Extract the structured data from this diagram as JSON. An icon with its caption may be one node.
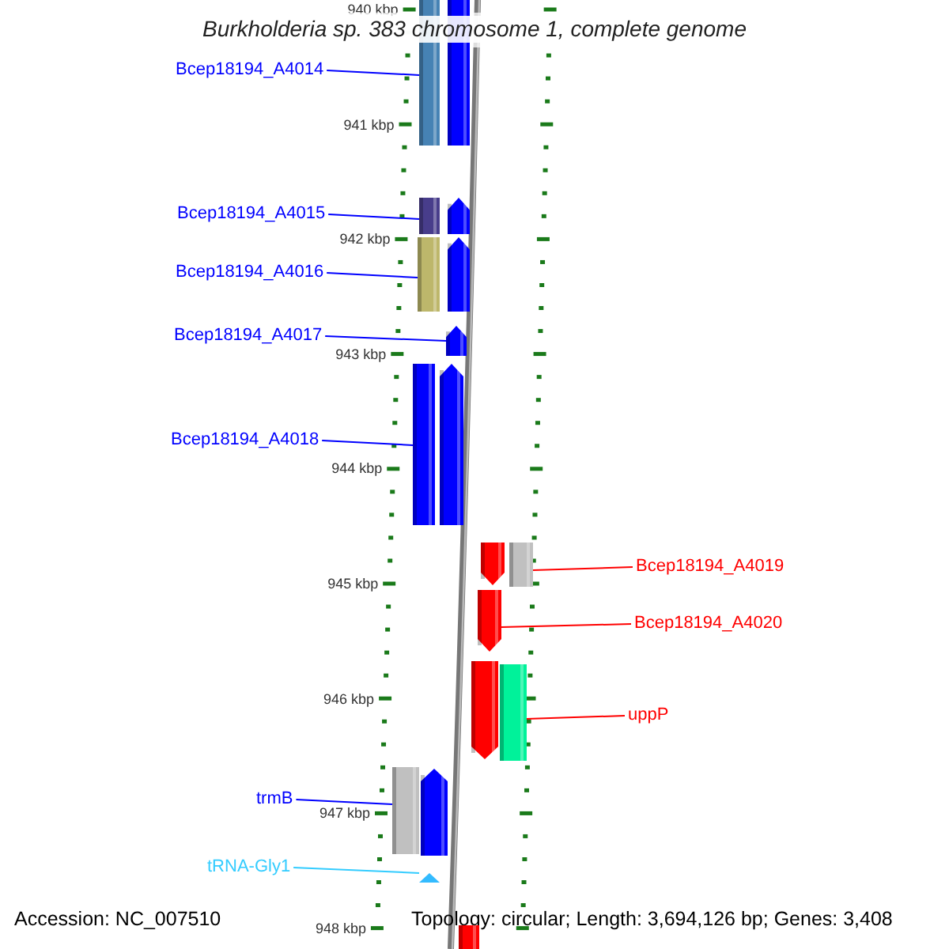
{
  "diagram": {
    "title": "Burkholderia sp. 383 chromosome 1, complete genome",
    "nodes": [
      {
        "text": [
          "Bcep18194_A4014"
        ]
      },
      {
        "text": [],
        "shape": "bar"
      },
      {
        "text": [],
        "shape": "bar"
      },
      {
        "text": [
          "Bcep18194_A4015"
        ]
      },
      {
        "text": [],
        "shape": "bar"
      },
      {
        "text": [],
        "shape": "bar"
      },
      {
        "text": [
          "Bcep18194_A4016"
        ]
      },
      {
        "text": [],
        "shape": "bar"
      },
      {
        "text": [],
        "shape": "bar"
      },
      {
        "text": [
          "Bcep18194_A4017"
        ]
      },
      {
        "text": [],
        "shape": "bar"
      },
      {
        "text": [
          "Bcep18194_A4018"
        ]
      },
      {
        "text": [],
        "shape": "bar"
      },
      {
        "text": [],
        "shape": "bar"
      },
      {
        "text": [],
        "shape": "bar"
      },
      {
        "text": [],
        "shape": "bar"
      },
      {
        "text": [
          "Bcep18194_A4019"
        ]
      },
      {
        "text": [],
        "shape": "bar"
      },
      {
        "text": [
          "Bcep18194_A4020"
        ]
      },
      {
        "text": [],
        "shape": "bar"
      },
      {
        "text": [],
        "shape": "bar"
      },
      {
        "text": [
          "uppP"
        ]
      },
      {
        "text": [
          "trmB"
        ]
      },
      {
        "text": [],
        "shape": "bar"
      },
      {
        "text": [],
        "shape": "bar"
      },
      {
        "text": [
          "tRNA-Gly1"
        ]
      },
      {
        "text": [],
        "shape": "triangle"
      },
      {
        "text": [],
        "shape": "bar"
      }
    ],
    "edges": [
      {
        "from": 0,
        "to": 1,
        "arrow": "none"
      },
      {
        "from": 3,
        "to": 4,
        "arrow": "none"
      },
      {
        "from": 6,
        "to": 7,
        "arrow": "none"
      },
      {
        "from": 9,
        "to": 10,
        "arrow": "none"
      },
      {
        "from": 11,
        "to": 12,
        "arrow": "none"
      },
      {
        "from": 16,
        "to": 15,
        "arrow": "none",
        "color": "#ff0000"
      },
      {
        "from": 18,
        "to": 17,
        "arrow": "none",
        "color": "#ff0000"
      },
      {
        "from": 21,
        "to": 20,
        "arrow": "none",
        "color": "#ff0000"
      },
      {
        "from": 22,
        "to": 23,
        "arrow": "none"
      },
      {
        "from": 25,
        "to": 26,
        "arrow": "none",
        "color": "#33ccff"
      }
    ],
    "labels": [
      "940 kbp",
      "941 kbp",
      "942 kbp",
      "943 kbp",
      "944 kbp",
      "945 kbp",
      "946 kbp",
      "947 kbp",
      "948 kbp",
      "Accession: NC_007510",
      "Topology: circular; Length: 3,694,126 bp; Genes: 3,408"
    ]
  }
}
